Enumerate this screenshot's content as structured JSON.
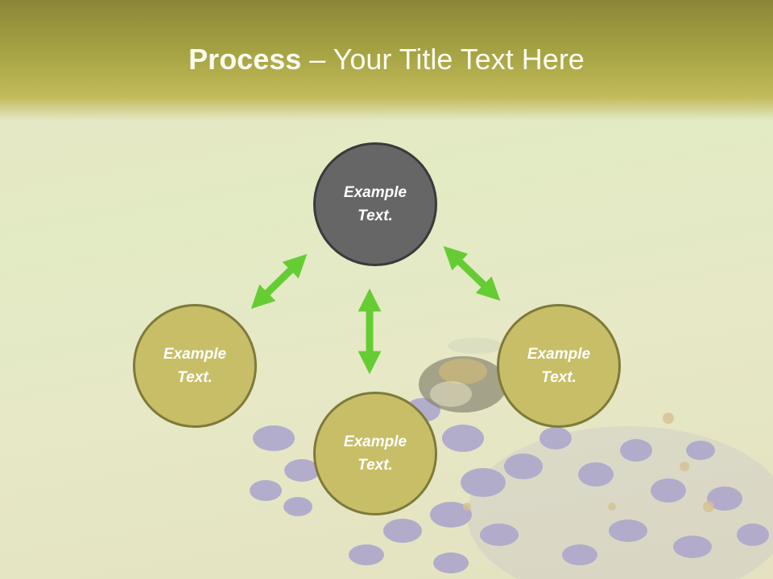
{
  "slide": {
    "title_bold": "Process",
    "title_rest": " – Your Title Text Here"
  },
  "nodes": {
    "top": "Example\nText.",
    "left": "Example\nText.",
    "right": "Example\nText.",
    "bottom": "Example\nText."
  },
  "colors": {
    "header": "#a7a444",
    "node_fill": "#c8be68",
    "node_border": "#7e7a3a",
    "top_node_fill": "#666666",
    "arrow": "#66cc33"
  }
}
